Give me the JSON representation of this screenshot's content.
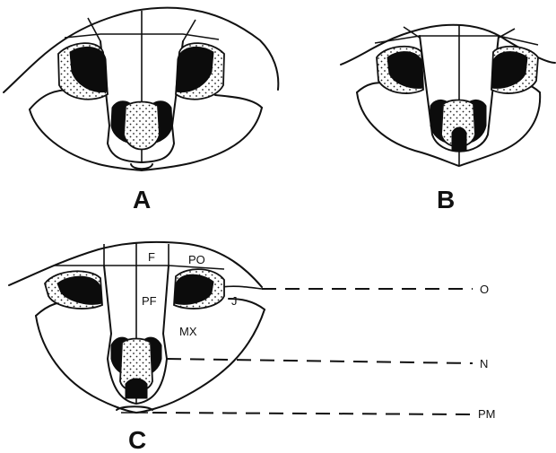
{
  "panels": [
    {
      "id": "A",
      "label": "A"
    },
    {
      "id": "B",
      "label": "B"
    },
    {
      "id": "C",
      "label": "C"
    }
  ],
  "bone_labels": {
    "f": "F",
    "po": "PO",
    "pf": "PF",
    "j": "J",
    "mx": "MX"
  },
  "guide_labels": {
    "o": "O",
    "n": "N",
    "pm": "PM"
  }
}
